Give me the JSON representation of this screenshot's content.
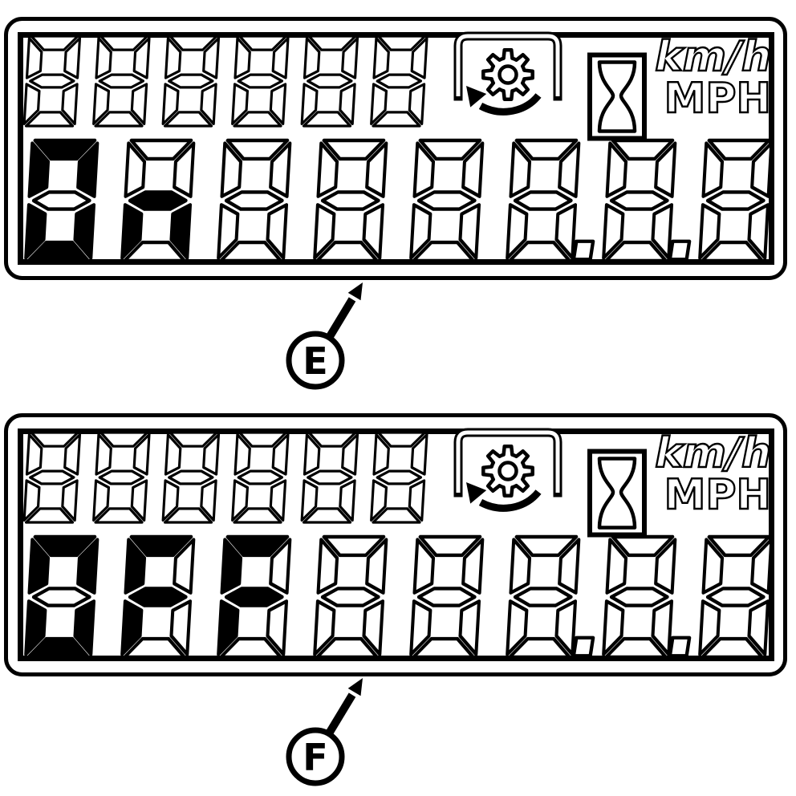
{
  "figure": {
    "type": "lcd-display-states-illustration",
    "background": "#ffffff",
    "foreground": "#000000"
  },
  "panels": [
    {
      "callout": "E",
      "top_row": {
        "digit_count": 6,
        "text": "",
        "state": "all segments unlit"
      },
      "main_row": {
        "digit_count": 8,
        "text": "On",
        "decimal_points_after": [
          6,
          7
        ]
      },
      "icons": [
        {
          "name": "pto-gear-rotation-icon"
        },
        {
          "name": "hourglass-icon"
        }
      ],
      "units": {
        "metric": "km/h",
        "imperial": "MPH"
      }
    },
    {
      "callout": "F",
      "top_row": {
        "digit_count": 6,
        "text": "",
        "state": "all segments unlit"
      },
      "main_row": {
        "digit_count": 8,
        "text": "OFF",
        "decimal_points_after": [
          6,
          7
        ]
      },
      "icons": [
        {
          "name": "pto-gear-rotation-icon"
        },
        {
          "name": "hourglass-icon"
        }
      ],
      "units": {
        "metric": "km/h",
        "imperial": "MPH"
      }
    }
  ],
  "callouts": [
    {
      "label": "E",
      "points_to": "upper display panel"
    },
    {
      "label": "F",
      "points_to": "lower display panel"
    }
  ]
}
